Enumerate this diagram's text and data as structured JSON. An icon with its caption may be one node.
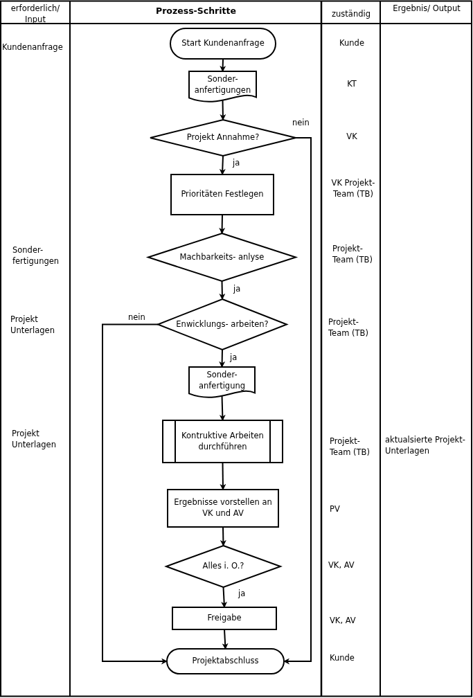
{
  "diagram": {
    "nodes": [
      {
        "text": [
          "Start Kundenanfrage"
        ]
      },
      {
        "text": [
          "Sonder- anfertigungen"
        ]
      },
      {
        "text": [
          "Projekt Annahme?"
        ]
      },
      {
        "text": [
          "Prioritäten Festlegen"
        ]
      },
      {
        "text": [
          "Machbarkeits- anlyse"
        ]
      },
      {
        "text": [
          "Enwicklungs- arbeiten?"
        ]
      },
      {
        "text": [
          "Sonder- anfertigung"
        ]
      },
      {
        "text": [
          "Kontruktive Arbeiten durchführen"
        ]
      },
      {
        "text": [
          "Ergebnisse vorstellen an VK und AV"
        ]
      },
      {
        "text": [
          "Alles i. O.?"
        ]
      },
      {
        "text": [
          "Freigabe"
        ]
      },
      {
        "text": [
          "Projektabschluss"
        ]
      }
    ],
    "edges": [
      {
        "from": 0,
        "to": 1,
        "arrow": "to"
      },
      {
        "from": 1,
        "to": 2,
        "arrow": "to"
      },
      {
        "from": 2,
        "to": 3,
        "arrow": "to",
        "label": "ja"
      },
      {
        "from": 2,
        "to": 11,
        "arrow": "to",
        "label": "nein"
      },
      {
        "from": 3,
        "to": 4,
        "arrow": "to"
      },
      {
        "from": 4,
        "to": 5,
        "arrow": "to",
        "label": "ja"
      },
      {
        "from": 5,
        "to": 11,
        "arrow": "to",
        "label": "nein"
      },
      {
        "from": 5,
        "to": 6,
        "arrow": "to",
        "label": "ja"
      },
      {
        "from": 6,
        "to": 7,
        "arrow": "to"
      },
      {
        "from": 7,
        "to": 8,
        "arrow": "to"
      },
      {
        "from": 8,
        "to": 9,
        "arrow": "to"
      },
      {
        "from": 9,
        "to": 10,
        "arrow": "to",
        "label": "ja"
      },
      {
        "from": 10,
        "to": 11,
        "arrow": "to"
      }
    ],
    "labels": [
      "erforderlich/ Input",
      "Prozess-Schritte",
      "zuständig",
      "Ergebnis/ Output",
      "Kundenanfrage",
      "Kunde",
      "KT",
      "VK",
      "VK Projekt- Team (TB)",
      "Sonder- fertigungen",
      "Projekt- Team (TB)",
      "Projekt Unterlagen",
      "Projekt- Team (TB)",
      "Projekt Unterlagen",
      "Projekt- Team (TB)",
      "aktualsierte Projekt-Unterlagen",
      "PV",
      "VK, AV",
      "VK, AV",
      "Kunde"
    ]
  }
}
